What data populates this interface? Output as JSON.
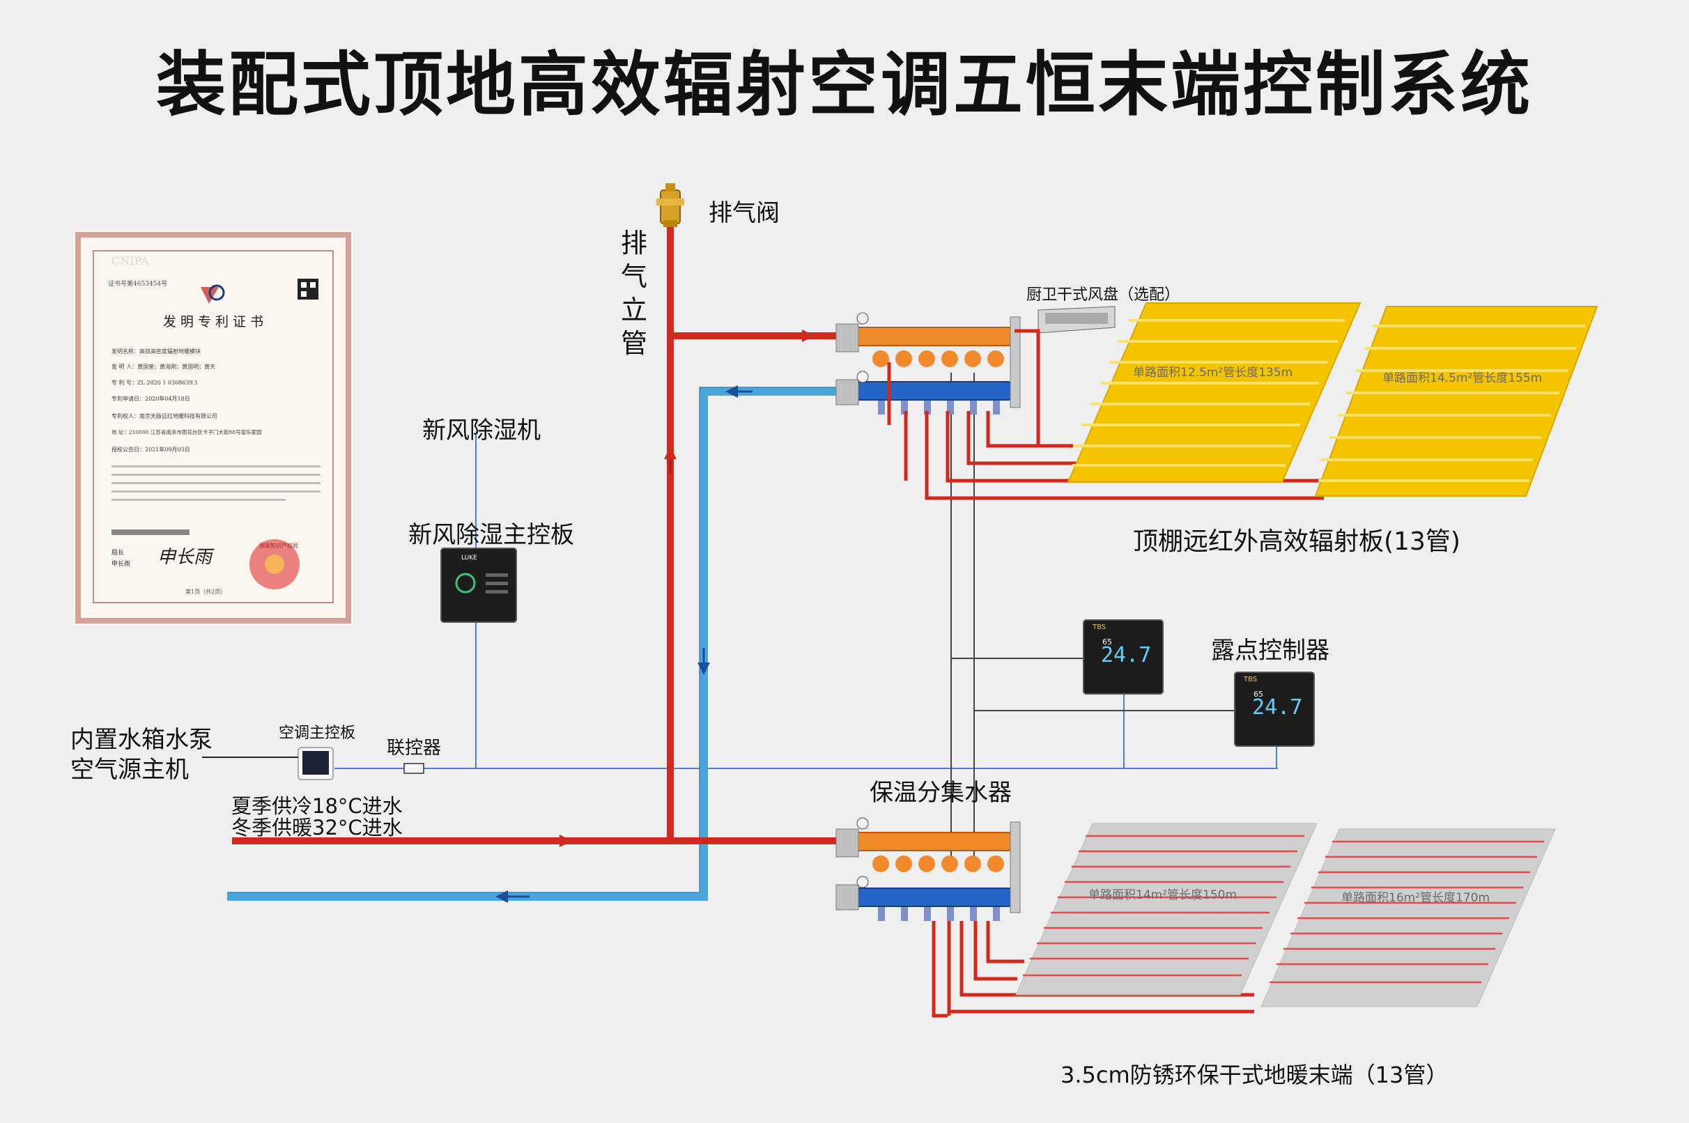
{
  "title": "装配式顶地高效辐射空调五恒末端控制系统",
  "labels": {
    "exhaust_valve": "排气阀",
    "exhaust_riser": "排气立管",
    "kitchen_fancoil": "厨卫干式风盘（选配）",
    "fresh_air_dehumidifier": "新风除湿机",
    "fresh_air_panel": "新风除湿主控板",
    "ceiling_panels": "顶棚远红外高效辐射板(13管)",
    "dew_point_controller": "露点控制器",
    "heat_source_line1": "内置水箱水泵",
    "heat_source_line2": "空气源主机",
    "ac_main_controller": "空调主控板",
    "linker": "联控器",
    "summer_supply": "夏季供冷18°C进水",
    "winter_supply": "冬季供暖32°C进水",
    "insulated_manifold": "保温分集水器",
    "floor_heating": "3.5cm防锈环保干式地暖末端（13管）"
  },
  "ceiling_panels": [
    {
      "text": "单路面积12.5m²管长度135m"
    },
    {
      "text": "单路面积14.5m²管长度155m"
    }
  ],
  "floor_panels": [
    {
      "text": "单路面积14m²管长度150m"
    },
    {
      "text": "单路面积16m²管长度170m"
    }
  ],
  "thermostat": {
    "display": "24.7",
    "humidity": "65",
    "brand": "TBS"
  },
  "fresh_panel_screen": {
    "brand": "LUKE"
  },
  "certificate": {
    "heading": "发 明 专 利 证 书",
    "number": "证书号第4653454号",
    "invention": "发明名称：高效高密度辐射地暖模块",
    "inventor": "发  明  人：黄国奎；黄海刚；黄国明；黄天",
    "patent_no": "专  利  号：ZL 2020 1 0308639.1",
    "filing_date": "专利申请日：2020年04月18日",
    "holder": "专利权人：南京天脉远红地暖科技有限公司",
    "address": "地  址：210000 江苏省南京市雨花台区卡子门大街88号富乐家园",
    "grant_date": "授权公告日：2021年09月03日",
    "sign_title1": "局长",
    "sign_title2": "申长雨",
    "signature": "申长雨",
    "page": "第1页（共2页）",
    "watermark": "CNIPA",
    "seal_text": "国家知识产权局"
  },
  "colors": {
    "supply_red": "#d2281e",
    "return_blue": "#4aa6d8",
    "signal_blue": "#4b7fd1",
    "manifold_orange": "#ef8a2a",
    "manifold_blue": "#2366c8",
    "ceiling_panel": "#f5c400",
    "floor_panel": "#cfcfcf",
    "background": "#efefef"
  }
}
